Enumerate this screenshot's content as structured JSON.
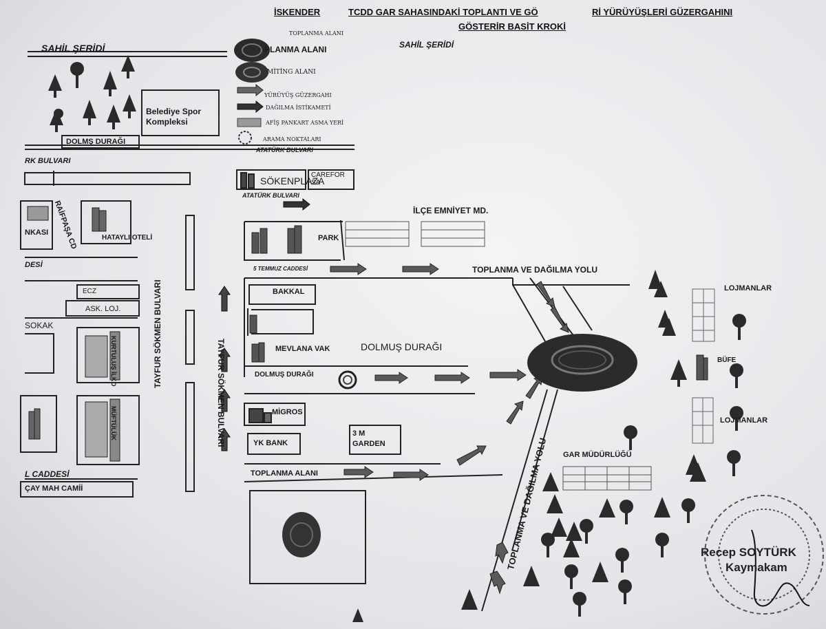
{
  "title": {
    "part1": "İSKENDER",
    "part2": "TCDD GAR SAHASINDAKİ TOPLANTI VE GÖ",
    "part3": "Rİ YÜRÜYÜŞLERİ GÜZERGAHINI",
    "line2": "GÖSTERİR BASİT KROKİ"
  },
  "legend": {
    "header": "TOPLANMA ALANI",
    "assembly": "PLANMA ALANI",
    "rally": "MİTİNG ALANI",
    "march_route": "YÜRÜYÜŞ GÜZERGAHI",
    "dispersal": "DAĞILMA İSTİKAMETİ",
    "banner": "AFİŞ PANKART ASMA YERİ",
    "search": "ARAMA NOKTALARI"
  },
  "streets": {
    "sahil_left": "SAHİL ŞERİDİ",
    "sahil_right": "SAHİL ŞERİDİ",
    "ataturk_1": "ATATÜRK BULVARI",
    "ataturk_2": "ATATÜRK BULVARI",
    "park_bulvari": "RK BULVARI",
    "raifpasa": "RAİFPAŞA CD",
    "desi": "DESİ",
    "sokak": "SOKAK",
    "l_caddesi": "L CADDESİ",
    "tayfur_1": "TAYFUR SÖKMEN BULVARI",
    "tayfur_2": "TAYFUR SÖKMEN BULVARI",
    "temmuz": "5 TEMMUZ CADDESİ",
    "toplanma_dagilma_h": "TOPLANMA VE DAĞILMA YOLU",
    "toplanma_dagilma_d": "TOPLANMA VE DAĞILMA YOLU"
  },
  "places": {
    "belediye": "Belediye Spor Kompleksi",
    "dolmus_top": "DOLMŞ DURAĞI",
    "sokenplaza": "SÖKENPLAZA",
    "carefour": "CAREFOR SA",
    "ilce_emniyet": "İLÇE EMNİYET MD.",
    "park": "PARK",
    "hatayli": "HATAYLI OTELİ",
    "bankasi": "NKASI",
    "ecz": "ECZ",
    "ask_loj": "ASK. LOJ.",
    "bakkal": "BAKKAL",
    "mevlana": "MEVLANA VAK",
    "dolmus_center": "DOLMUŞ DURAĞI",
    "dolmus_small": "DOLMUŞ DURAĞI",
    "migros": "MİGROS",
    "ykbank": "YK BANK",
    "garden": "3 M GARDEN",
    "toplanma_alani": "TOPLANMA ALANI",
    "kurtulus": "KURTULUŞ İLKO",
    "vertical_bldg": "MÜFTÜLÜK",
    "cay_camii": "ÇAY MAH CAMİİ",
    "lojman_1": "LOJMANLAR",
    "lojman_2": "LOJMANLAR",
    "bufe": "BÜFE",
    "gar": "GAR MÜDÜRLÜĞÜ"
  },
  "signature": {
    "name": "Recep SOYTÜRK",
    "title": "Kaymakam"
  },
  "colors": {
    "road": "#222222",
    "arrow": "#5a5a5a",
    "arrow_edge": "#222222",
    "rally_fill": "#2b2b2b",
    "tree": "#2a2a2a"
  }
}
